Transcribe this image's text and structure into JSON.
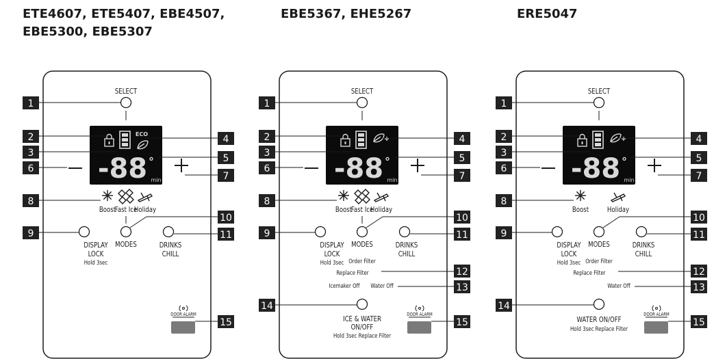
{
  "headings": {
    "col1_line1": "ETE4607, ETE5407, EBE4507,",
    "col1_line2": "EBE5300, EBE5307",
    "col2": "EBE5367, EHE5267",
    "col3": "ERE5047"
  },
  "panels": [
    {
      "id": "p1",
      "labels": {
        "select": "SELECT",
        "eco": "ECO",
        "digits": "-88",
        "degree": "°",
        "unit": "min",
        "boost": "Boost",
        "fast_ice": "Fast Ice",
        "holiday": "Holiday",
        "display_lock": "DISPLAY",
        "display_lock2": "LOCK",
        "display_lock3": "Hold 3sec",
        "modes": "MODES",
        "drinks": "DRINKS",
        "drinks2": "CHILL",
        "door_alarm": "DOOR ALARM"
      },
      "callouts": [
        "1",
        "2",
        "3",
        "4",
        "5",
        "6",
        "7",
        "8",
        "9",
        "10",
        "11",
        "15"
      ]
    },
    {
      "id": "p2",
      "labels": {
        "select": "SELECT",
        "digits": "-88",
        "degree": "°",
        "unit": "min",
        "boost": "Boost",
        "fast_ice": "Fast Ice",
        "holiday": "Holiday",
        "display_lock": "DISPLAY",
        "display_lock2": "LOCK",
        "display_lock3": "Hold 3sec",
        "modes": "MODES",
        "drinks": "DRINKS",
        "drinks2": "CHILL",
        "order_filter": "Order Filter",
        "replace_filter": "Replace Filter",
        "icemaker_off": "Icemaker Off",
        "water_off": "Water Off",
        "ice_water": "ICE & WATER",
        "ice_water2": "ON/OFF",
        "ice_water3": "Hold 3sec Replace Filter",
        "door_alarm": "DOOR ALARM"
      },
      "callouts": [
        "1",
        "2",
        "3",
        "4",
        "5",
        "6",
        "7",
        "8",
        "9",
        "10",
        "11",
        "12",
        "13",
        "14",
        "15"
      ]
    },
    {
      "id": "p3",
      "labels": {
        "select": "SELECT",
        "digits": "-88",
        "degree": "°",
        "unit": "min",
        "boost": "Boost",
        "holiday": "Holiday",
        "display_lock": "DISPLAY",
        "display_lock2": "LOCK",
        "display_lock3": "Hold 3sec",
        "modes": "MODES",
        "drinks": "DRINKS",
        "drinks2": "CHILL",
        "order_filter": "Order Filter",
        "replace_filter": "Replace Filter",
        "water_off": "Water Off",
        "water": "WATER ON/OFF",
        "water2": "Hold 3sec Replace Filter",
        "door_alarm": "DOOR ALARM"
      },
      "callouts": [
        "1",
        "2",
        "3",
        "4",
        "5",
        "6",
        "7",
        "8",
        "9",
        "10",
        "11",
        "12",
        "13",
        "14",
        "15"
      ]
    }
  ],
  "colors": {
    "callout_bg": "#222222",
    "callout_text": "#ffffff",
    "display_bg": "#0b0b0b",
    "segment": "#d9d9d9",
    "door_alarm_button": "#7a7a7a",
    "line": "#1a1a1a"
  }
}
